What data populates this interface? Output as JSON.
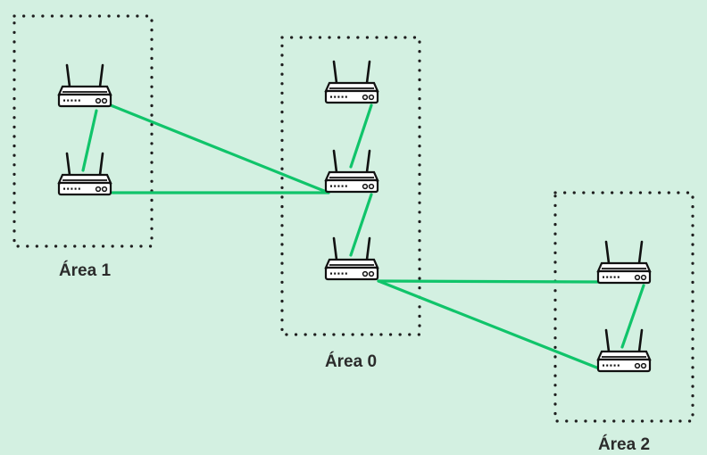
{
  "diagram": {
    "areas": [
      {
        "id": "area1",
        "label": "Área 1"
      },
      {
        "id": "area0",
        "label": "Área 0"
      },
      {
        "id": "area2",
        "label": "Área 2"
      }
    ],
    "routers": [
      {
        "id": "r1a",
        "area": "area1"
      },
      {
        "id": "r1b",
        "area": "area1"
      },
      {
        "id": "r0a",
        "area": "area0"
      },
      {
        "id": "r0b",
        "area": "area0"
      },
      {
        "id": "r0c",
        "area": "area0"
      },
      {
        "id": "r2a",
        "area": "area2"
      },
      {
        "id": "r2b",
        "area": "area2"
      }
    ],
    "links": [
      [
        "r1a",
        "r1b"
      ],
      [
        "r1a",
        "r0b"
      ],
      [
        "r1b",
        "r0b"
      ],
      [
        "r0a",
        "r0b"
      ],
      [
        "r0b",
        "r0c"
      ],
      [
        "r0c",
        "r2a"
      ],
      [
        "r0c",
        "r2b"
      ],
      [
        "r2a",
        "r2b"
      ]
    ],
    "colors": {
      "background": "#d3f0e1",
      "link": "#10c46a",
      "outline": "#111111"
    },
    "icon": "router-icon"
  }
}
